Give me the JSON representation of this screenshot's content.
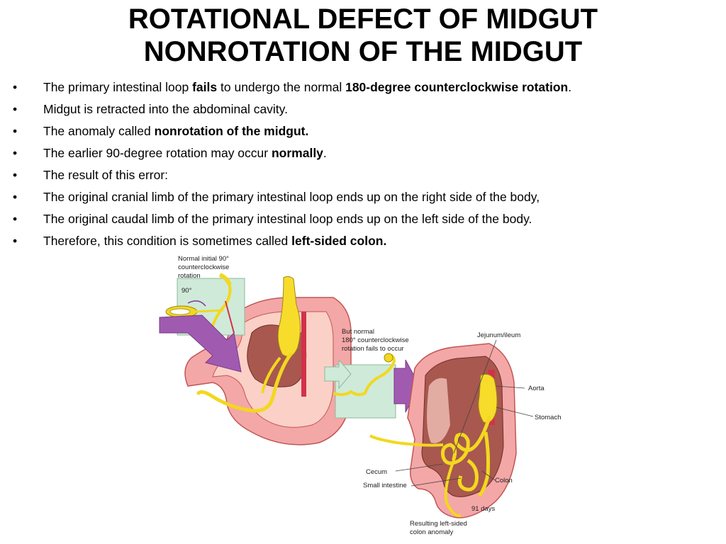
{
  "title": {
    "line1": "ROTATIONAL DEFECT OF MIDGUT",
    "line2": "NONROTATION OF THE MIDGUT"
  },
  "bullets": [
    {
      "parts": [
        {
          "text": "The primary intestinal loop ",
          "bold": false
        },
        {
          "text": "fails",
          "bold": true
        },
        {
          "text": " to undergo the normal ",
          "bold": false
        },
        {
          "text": "180-degree counterclockwise rotation",
          "bold": true
        },
        {
          "text": ".",
          "bold": false
        }
      ]
    },
    {
      "parts": [
        {
          "text": "Midgut is retracted into the abdominal cavity.",
          "bold": false
        }
      ]
    },
    {
      "parts": [
        {
          "text": "The anomaly called ",
          "bold": false
        },
        {
          "text": "nonrotation of the midgut.",
          "bold": true
        }
      ]
    },
    {
      "parts": [
        {
          "text": "The earlier 90-degree rotation may occur ",
          "bold": false
        },
        {
          "text": "normally",
          "bold": true
        },
        {
          "text": ".",
          "bold": false
        }
      ]
    },
    {
      "parts": [
        {
          "text": "The result of this error:",
          "bold": false
        }
      ]
    },
    {
      "parts": [
        {
          "text": "The original cranial limb of the primary intestinal loop ends up on the right side of the body,",
          "bold": false
        }
      ]
    },
    {
      "parts": [
        {
          "text": "The original caudal limb of the primary intestinal loop ends up on the left side of the body.",
          "bold": false
        }
      ]
    },
    {
      "parts": [
        {
          "text": "Therefore, this condition is sometimes called ",
          "bold": false
        },
        {
          "text": "left-sided colon.",
          "bold": true
        }
      ]
    }
  ],
  "figure": {
    "inset_caption": [
      "Normal initial 90°",
      "counterclockwise",
      "rotation"
    ],
    "inset_angle": "90°",
    "mid_caption": [
      "But normal",
      "180° counterclockwise",
      "rotation fails to occur"
    ],
    "labels": {
      "jejunum": "Jejunum/ileum",
      "aorta": "Aorta",
      "stomach": "Stomach",
      "cecum": "Cecum",
      "small_intestine": "Small intestine",
      "colon": "Colon",
      "age": "91 days"
    },
    "bottom_caption": [
      "Resulting left-sided",
      "colon anomaly"
    ]
  }
}
